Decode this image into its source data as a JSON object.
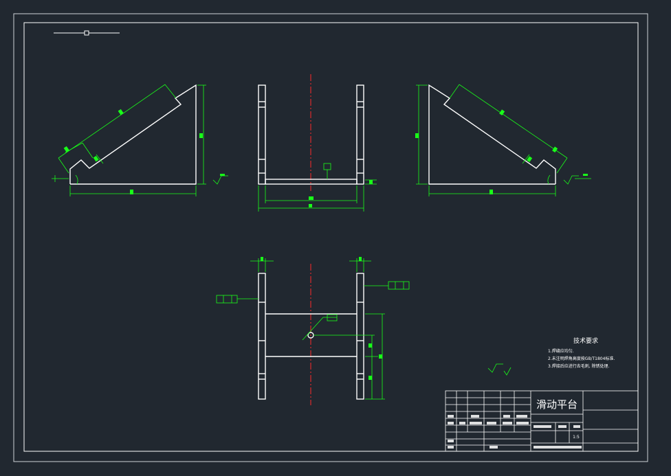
{
  "drawing": {
    "title_cn": "滑动平台",
    "scale": "1:5",
    "tech_requirements_title": "技术要求",
    "tech_requirements": [
      "1.焊缝应均匀.",
      "2.未注明焊角高度按GB/T1804标准.",
      "3.焊接后应进行去毛刺, 除锈处理."
    ]
  },
  "colors": {
    "background": "#212830",
    "lines": "#ffffff",
    "dimensions": "#19ff19",
    "centerline": "#ff2a2a"
  }
}
